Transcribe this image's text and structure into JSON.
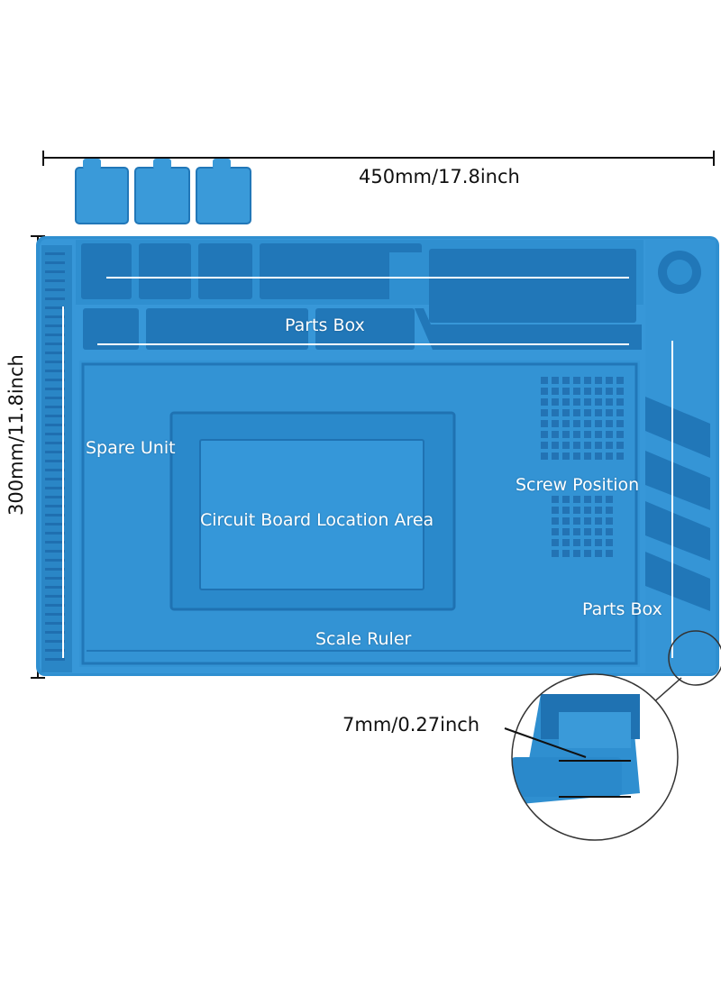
{
  "dimensions": {
    "width_text": "450mm/17.8inch",
    "height_text": "300mm/11.8inch",
    "thickness_text": "7mm/0.27inch"
  },
  "labels": {
    "parts_box_top": "Parts Box",
    "spare_unit": "Spare Unit",
    "screw_position": "Screw Position",
    "circuit_board_area": "Circuit Board Location Area",
    "parts_box_right": "Parts Box",
    "scale_ruler": "Scale Ruler"
  },
  "colors": {
    "mat": "#2f8fd0",
    "mat_dark": "#1f6fb0",
    "mat_light": "#56aee6",
    "dimension_line": "#111111"
  }
}
